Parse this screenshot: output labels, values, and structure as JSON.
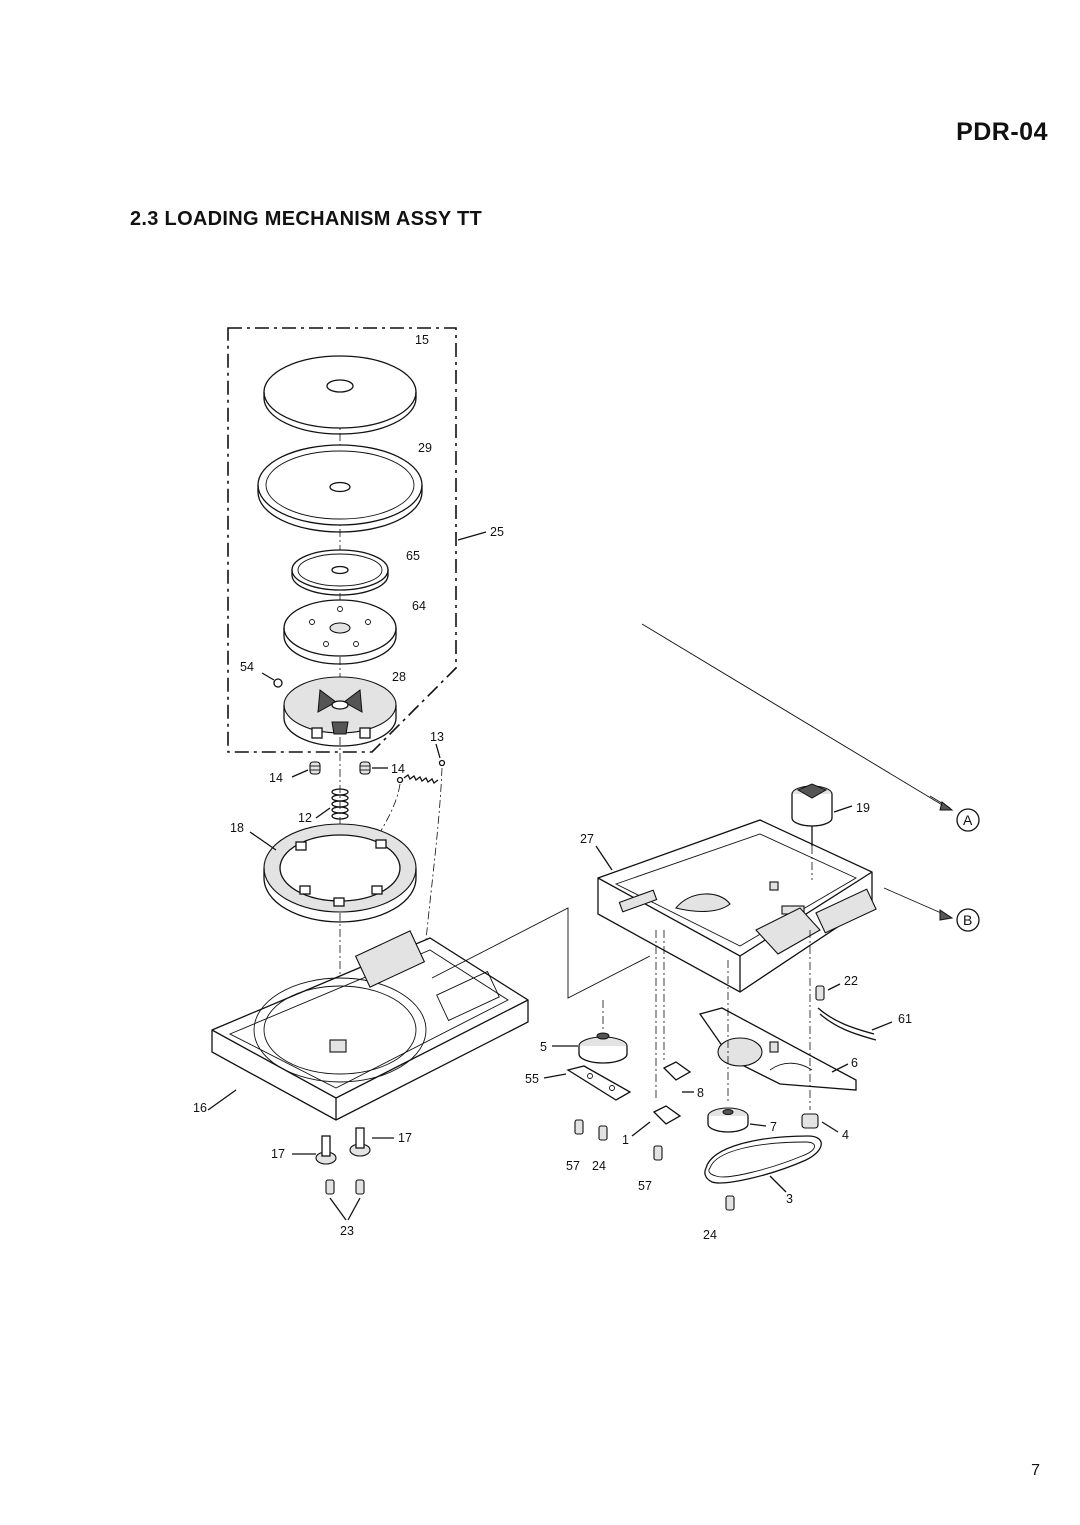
{
  "header": {
    "model": "PDR-04"
  },
  "section": {
    "title": "2.3 LOADING MECHANISM ASSY TT"
  },
  "footer": {
    "page_number": "7"
  },
  "callouts": {
    "p15": "15",
    "p29": "29",
    "p25": "25",
    "p65": "65",
    "p64": "64",
    "p54": "54",
    "p28": "28",
    "p13": "13",
    "p14a": "14",
    "p14b": "14",
    "p12": "12",
    "p18": "18",
    "p19": "19",
    "p27": "27",
    "p22": "22",
    "p61": "61",
    "p5": "5",
    "p55": "55",
    "p8": "8",
    "p6": "6",
    "p16": "16",
    "p7": "7",
    "p4": "4",
    "p1": "1",
    "p17a": "17",
    "p17b": "17",
    "p57a": "57",
    "p24a": "24",
    "p57b": "57",
    "p3": "3",
    "p23": "23",
    "p24b": "24"
  },
  "refs": {
    "a": "A",
    "b": "B"
  }
}
